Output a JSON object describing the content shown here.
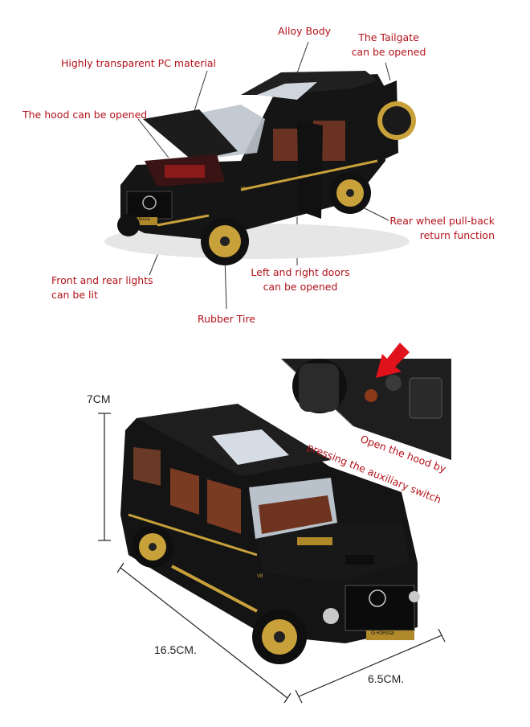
{
  "callouts": {
    "alloy_body": "Alloy Body",
    "tailgate_line1": "The Tailgate",
    "tailgate_line2": "can be opened",
    "pc_material": "Highly transparent PC material",
    "hood": "The hood can be opened",
    "rear_wheel_line1": "Rear wheel pull-back",
    "rear_wheel_line2": "return function",
    "lights_line1": "Front and rear lights",
    "lights_line2": "can be lit",
    "doors_line1": "Left and right doors",
    "doors_line2": "can be opened",
    "rubber_tire": "Rubber Tire",
    "aux_line1": "Open the hood by",
    "aux_line2": "pressing the auxiliary switch"
  },
  "dimensions": {
    "height": "7CM",
    "length": "16.5CM.",
    "width": "6.5CM."
  },
  "car_badges": {
    "plate": "G-Klessa",
    "side_badge": "V8"
  },
  "colors": {
    "label_red": "#b3121b",
    "car_black": "#141414",
    "trim_gold": "#c9a13b",
    "interior_brown": "#7a3b22"
  },
  "icons": [
    "arrow-pointer-icon"
  ]
}
